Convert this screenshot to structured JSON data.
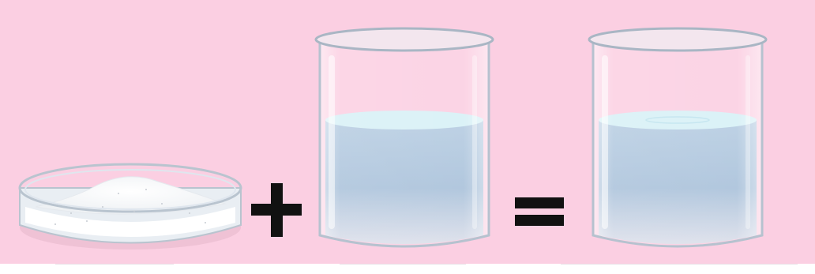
{
  "scene": {
    "background_color": "#fbcfe2",
    "items": [
      {
        "id": "dish",
        "kind": "petri-dish",
        "contents": "white powder"
      },
      {
        "id": "plus",
        "kind": "operator",
        "symbol": "+"
      },
      {
        "id": "beaker-1",
        "kind": "beaker",
        "contents": "water",
        "fill_level": 0.58
      },
      {
        "id": "equals",
        "kind": "operator",
        "symbol": "="
      },
      {
        "id": "beaker-2",
        "kind": "beaker",
        "contents": "solution",
        "fill_level": 0.58
      }
    ],
    "colors": {
      "liquid_top": "#d7f0f6",
      "liquid_body": "#a9c3dc",
      "liquid_bottom": "#d9dde8",
      "glass": "#dfe6ee",
      "glass_edge": "#b6c2cf",
      "powder": "#ffffff",
      "operator": "#111111"
    }
  }
}
